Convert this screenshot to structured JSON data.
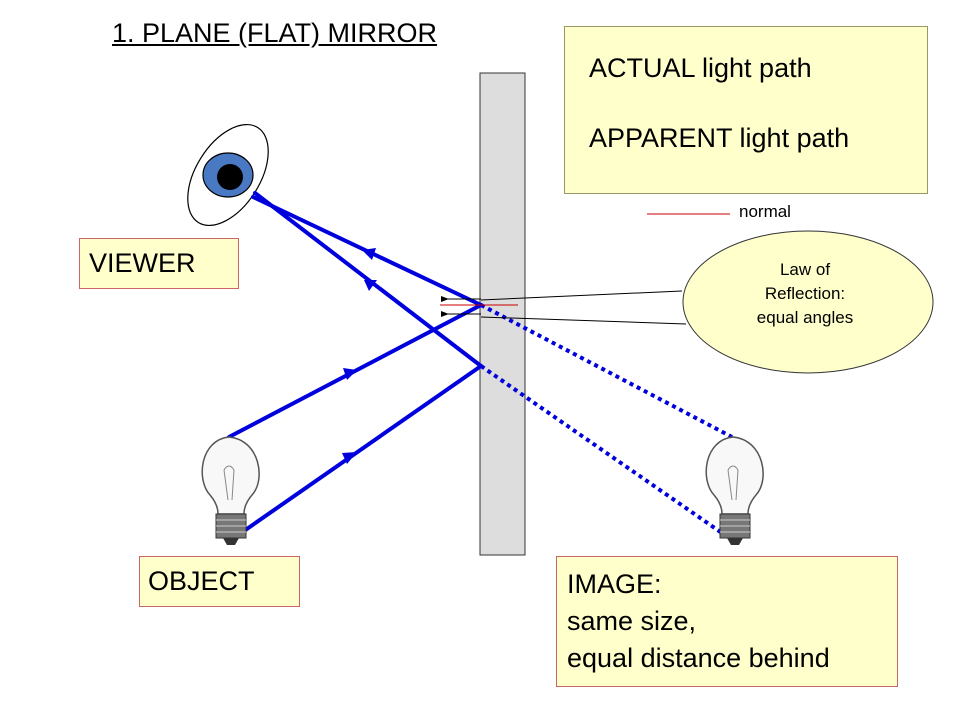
{
  "title": "1. PLANE (FLAT) MIRROR",
  "legend": {
    "actual_label": "ACTUAL light path",
    "apparent_label": "APPARENT light path",
    "actual_color": "#0000dd",
    "apparent_color": "#0000dd"
  },
  "normal_label": "normal",
  "normal_color": "#cc0000",
  "law": {
    "line1": "Law of",
    "line2": "Reflection:",
    "line3": "equal angles"
  },
  "viewer_label": "VIEWER",
  "object_label": "OBJECT",
  "image_box": {
    "line1": "IMAGE:",
    "line2": "same size,",
    "line3": "equal distance behind"
  },
  "colors": {
    "box_fill": "#ffffcc",
    "box_border": "#cc6666",
    "mirror_fill": "#dddddd",
    "eye_iris": "#4a79c4",
    "ellipse_fill": "#ffffcc"
  }
}
